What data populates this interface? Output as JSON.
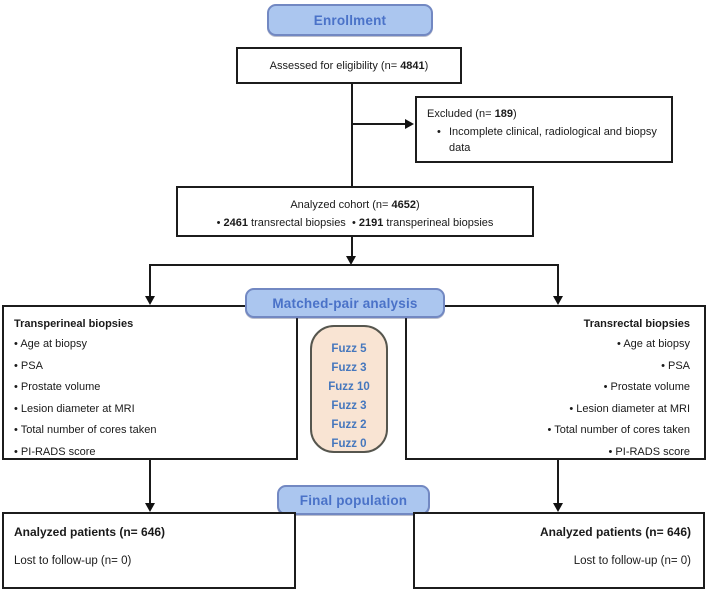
{
  "colors": {
    "label_box_fill": "#abc6ef",
    "label_box_border": "#7288c2",
    "label_text_blue": "#4a72c8",
    "fuzz_fill": "#f9e4d3",
    "fuzz_text_blue": "#4677bd",
    "line_black": "#1a1a1a"
  },
  "enrollment": {
    "label": "Enrollment"
  },
  "assessed": {
    "before": "Assessed for eligibility (n= ",
    "n": "4841",
    "after": ")"
  },
  "excluded": {
    "before": "Excluded (n= ",
    "n": "189",
    "after": ")",
    "bullet": "Incomplete clinical, radiological and biopsy data"
  },
  "analyzed": {
    "before": "Analyzed cohort (n= ",
    "n": "4652",
    "after": ")",
    "bullet1_n": "2461",
    "bullet1_label": " transrectal biopsies",
    "bullet2_n": "2191",
    "bullet2_label": " transperineal biopsies"
  },
  "matched": {
    "label": "Matched-pair analysis"
  },
  "left_box": {
    "title": "Transperineal biopsies",
    "items": [
      "Age at biopsy",
      "PSA",
      "Prostate volume",
      "Lesion diameter at MRI",
      "Total number of cores taken",
      "PI-RADS score"
    ]
  },
  "right_box": {
    "title": "Transrectal biopsies",
    "items": [
      "Age at biopsy",
      "PSA",
      "Prostate volume",
      "Lesion diameter at MRI",
      "Total number of cores taken",
      "PI-RADS score"
    ]
  },
  "fuzz": {
    "lines": [
      "Fuzz 5",
      "Fuzz 3",
      "Fuzz 10",
      "Fuzz 3",
      "Fuzz 2",
      "Fuzz 0"
    ]
  },
  "final": {
    "label": "Final population"
  },
  "bottom_left": {
    "analyzed": "Analyzed patients (n= 646)",
    "lost": "Lost to follow-up (n= 0)"
  },
  "bottom_right": {
    "analyzed": "Analyzed patients (n= 646)",
    "lost": "Lost to follow-up (n= 0)"
  }
}
